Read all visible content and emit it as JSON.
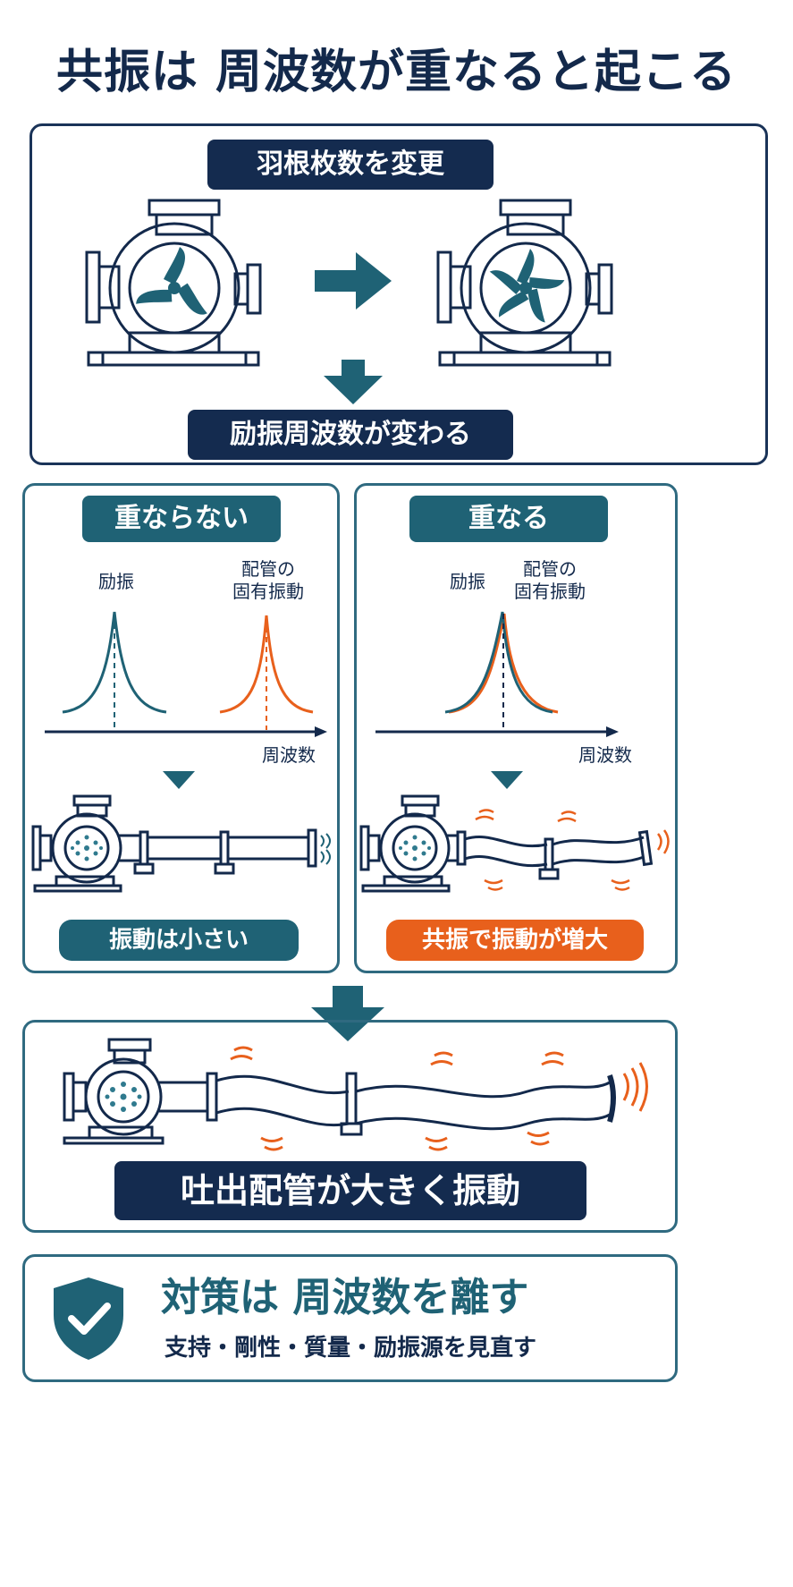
{
  "title": "共振は 周波数が重なると起こる",
  "top_panel": {
    "header": "羽根枚数を変更",
    "footer": "励振周波数が変わる"
  },
  "left_panel": {
    "header": "重ならない",
    "excitation_label": "励振",
    "natural_label": "配管の\n固有振動",
    "axis_label": "周波数",
    "result": "振動は小さい"
  },
  "right_panel": {
    "header": "重なる",
    "excitation_label": "励振",
    "natural_label": "配管の\n固有振動",
    "axis_label": "周波数",
    "result": "共振で振動が増大"
  },
  "bottom_panel": {
    "result": "吐出配管が大きく振動"
  },
  "countermeasure": {
    "title": "対策は 周波数を離す",
    "subtitle": "支持・剛性・質量・励振源を見直す"
  },
  "colors": {
    "navy": "#142b4f",
    "teal": "#1f6275",
    "orange": "#e8601c"
  }
}
